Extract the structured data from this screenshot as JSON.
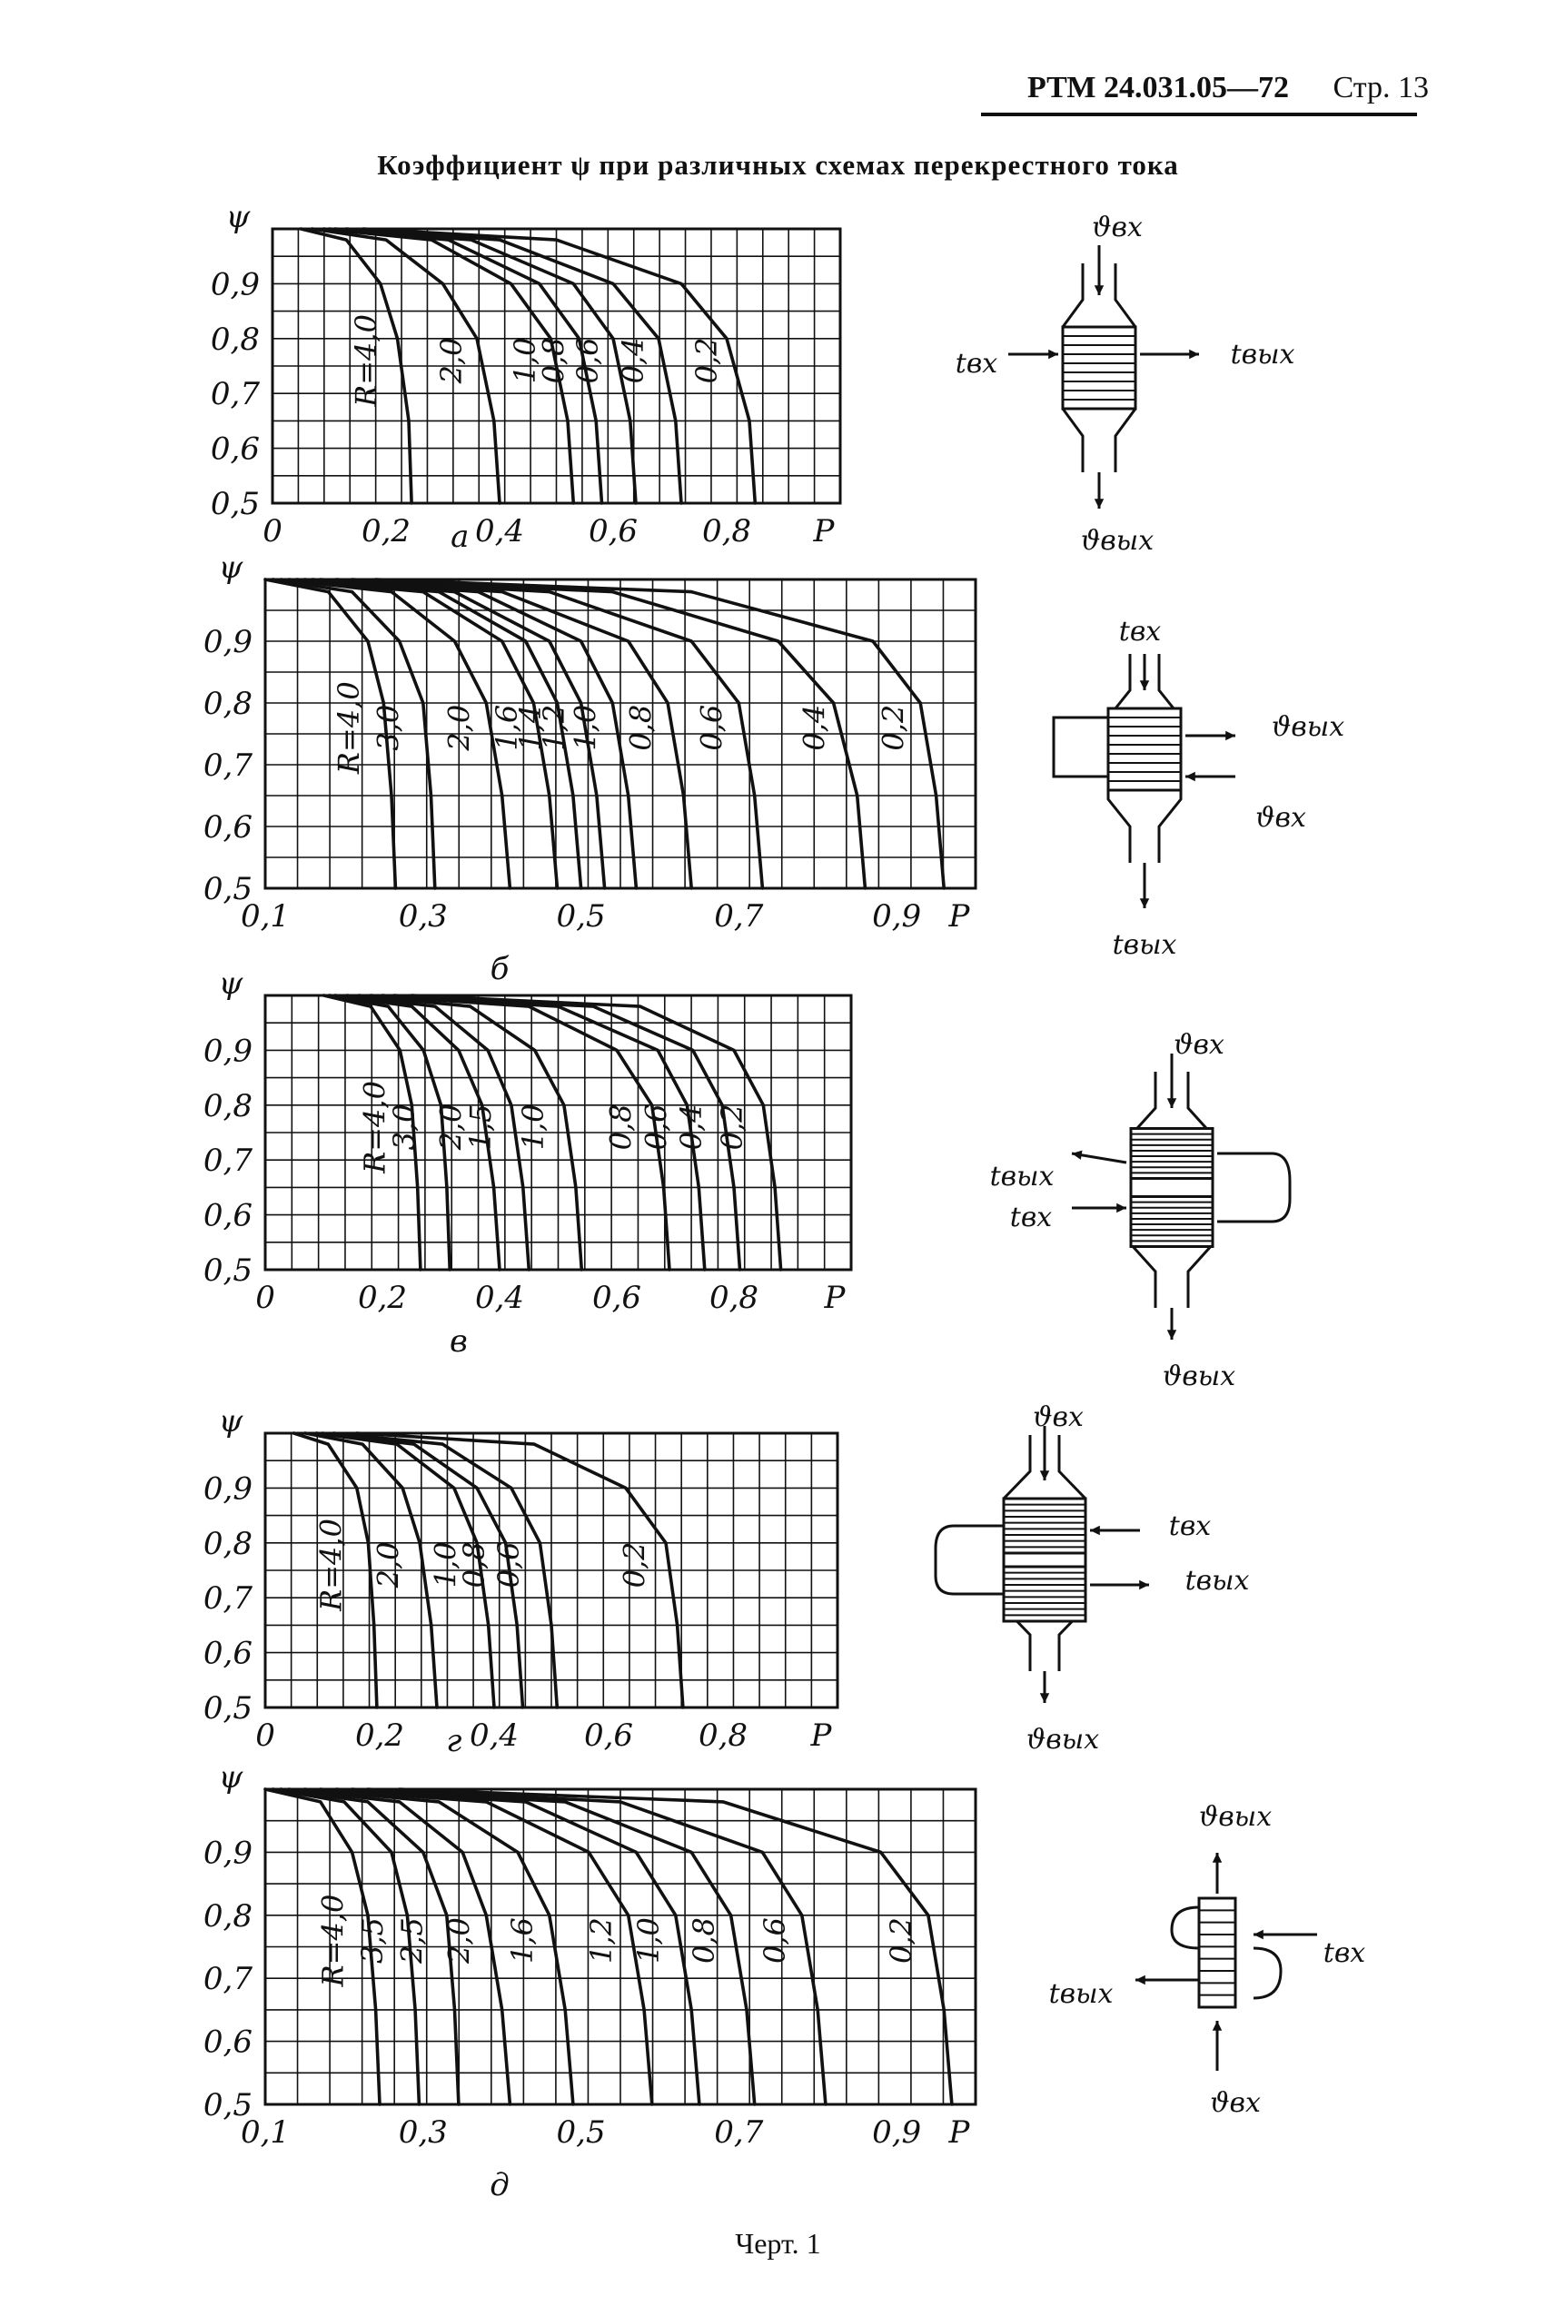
{
  "header": {
    "doc_code": "РТМ 24.031.05—72",
    "page": "Стр. 13"
  },
  "title": "Коэффициент ψ при различных схемах перекрестного тока",
  "caption": "Черт. 1",
  "chart_data": [
    {
      "type": "line",
      "panel": "а",
      "xlabel": "P",
      "ylabel": "ψ",
      "xlim": [
        0,
        1.0
      ],
      "ylim": [
        0.5,
        1.0
      ],
      "x_ticks": [
        "0",
        "0,2",
        "0,4",
        "0,6",
        "0,8"
      ],
      "y_ticks": [
        "0,5",
        "0,6",
        "0,7",
        "0,8",
        "0,9"
      ],
      "grid": true,
      "series": [
        {
          "name": "R=4,0",
          "label": "R=4,0",
          "x": [
            0.05,
            0.13,
            0.19,
            0.22,
            0.24,
            0.245
          ],
          "y": [
            1.0,
            0.98,
            0.9,
            0.8,
            0.65,
            0.5
          ]
        },
        {
          "name": "2,0",
          "label": "2,0",
          "x": [
            0.07,
            0.2,
            0.3,
            0.36,
            0.39,
            0.4
          ],
          "y": [
            1.0,
            0.98,
            0.9,
            0.8,
            0.65,
            0.5
          ]
        },
        {
          "name": "1,0",
          "label": "1,0",
          "x": [
            0.09,
            0.28,
            0.42,
            0.49,
            0.52,
            0.53
          ],
          "y": [
            1.0,
            0.98,
            0.9,
            0.8,
            0.65,
            0.5
          ]
        },
        {
          "name": "0,8",
          "label": "0,8",
          "x": [
            0.1,
            0.31,
            0.47,
            0.54,
            0.57,
            0.58
          ],
          "y": [
            1.0,
            0.98,
            0.9,
            0.8,
            0.65,
            0.5
          ]
        },
        {
          "name": "0,6",
          "label": "0,6",
          "x": [
            0.11,
            0.35,
            0.53,
            0.6,
            0.63,
            0.64
          ],
          "y": [
            1.0,
            0.98,
            0.9,
            0.8,
            0.65,
            0.5
          ]
        },
        {
          "name": "0,4",
          "label": "0,4",
          "x": [
            0.13,
            0.4,
            0.6,
            0.68,
            0.71,
            0.72
          ],
          "y": [
            1.0,
            0.98,
            0.9,
            0.8,
            0.65,
            0.5
          ]
        },
        {
          "name": "0,2",
          "label": "0,2",
          "x": [
            0.16,
            0.5,
            0.72,
            0.8,
            0.84,
            0.85
          ],
          "y": [
            1.0,
            0.98,
            0.9,
            0.8,
            0.65,
            0.5
          ]
        }
      ]
    },
    {
      "type": "line",
      "panel": "б",
      "xlabel": "P",
      "ylabel": "ψ",
      "xlim": [
        0.1,
        1.0
      ],
      "ylim": [
        0.5,
        1.0
      ],
      "x_ticks": [
        "0,1",
        "0,3",
        "0,5",
        "0,7",
        "0,9"
      ],
      "y_ticks": [
        "0,5",
        "0,6",
        "0,7",
        "0,8",
        "0,9"
      ],
      "grid": true,
      "series": [
        {
          "name": "R=4,0",
          "label": "R=4,0",
          "x": [
            0.1,
            0.18,
            0.23,
            0.25,
            0.26,
            0.265
          ],
          "y": [
            1.0,
            0.98,
            0.9,
            0.8,
            0.65,
            0.5
          ]
        },
        {
          "name": "3,0",
          "label": "3,0",
          "x": [
            0.11,
            0.21,
            0.27,
            0.3,
            0.31,
            0.315
          ],
          "y": [
            1.0,
            0.98,
            0.9,
            0.8,
            0.65,
            0.5
          ]
        },
        {
          "name": "2,0",
          "label": "2,0",
          "x": [
            0.12,
            0.26,
            0.34,
            0.38,
            0.4,
            0.41
          ],
          "y": [
            1.0,
            0.98,
            0.9,
            0.8,
            0.65,
            0.5
          ]
        },
        {
          "name": "1,6",
          "label": "1,6",
          "x": [
            0.13,
            0.3,
            0.4,
            0.44,
            0.46,
            0.47
          ],
          "y": [
            1.0,
            0.98,
            0.9,
            0.8,
            0.65,
            0.5
          ]
        },
        {
          "name": "1,4",
          "label": "1,4",
          "x": [
            0.14,
            0.32,
            0.43,
            0.47,
            0.49,
            0.5
          ],
          "y": [
            1.0,
            0.98,
            0.9,
            0.8,
            0.65,
            0.5
          ]
        },
        {
          "name": "1,2",
          "label": "1,2",
          "x": [
            0.15,
            0.34,
            0.46,
            0.5,
            0.52,
            0.53
          ],
          "y": [
            1.0,
            0.98,
            0.9,
            0.8,
            0.65,
            0.5
          ]
        },
        {
          "name": "1,0",
          "label": "1,0",
          "x": [
            0.16,
            0.37,
            0.5,
            0.54,
            0.56,
            0.57
          ],
          "y": [
            1.0,
            0.98,
            0.9,
            0.8,
            0.65,
            0.5
          ]
        },
        {
          "name": "0,8",
          "label": "0,8",
          "x": [
            0.17,
            0.4,
            0.56,
            0.61,
            0.63,
            0.64
          ],
          "y": [
            1.0,
            0.98,
            0.9,
            0.8,
            0.65,
            0.5
          ]
        },
        {
          "name": "0,6",
          "label": "0,6",
          "x": [
            0.19,
            0.46,
            0.64,
            0.7,
            0.72,
            0.73
          ],
          "y": [
            1.0,
            0.98,
            0.9,
            0.8,
            0.65,
            0.5
          ]
        },
        {
          "name": "0,4",
          "label": "0,4",
          "x": [
            0.21,
            0.54,
            0.75,
            0.82,
            0.85,
            0.86
          ],
          "y": [
            1.0,
            0.98,
            0.9,
            0.8,
            0.65,
            0.5
          ]
        },
        {
          "name": "0,2",
          "label": "0,2",
          "x": [
            0.24,
            0.64,
            0.87,
            0.93,
            0.95,
            0.96
          ],
          "y": [
            1.0,
            0.98,
            0.9,
            0.8,
            0.65,
            0.5
          ]
        }
      ]
    },
    {
      "type": "line",
      "panel": "в",
      "xlabel": "P",
      "ylabel": "ψ",
      "xlim": [
        0,
        1.0
      ],
      "ylim": [
        0.5,
        1.0
      ],
      "x_ticks": [
        "0",
        "0,2",
        "0,4",
        "0,6",
        "0,8"
      ],
      "y_ticks": [
        "0,5",
        "0,6",
        "0,7",
        "0,8",
        "0,9"
      ],
      "grid": true,
      "series": [
        {
          "name": "R=4,0",
          "label": "R=4,0",
          "x": [
            0.1,
            0.18,
            0.23,
            0.25,
            0.26,
            0.265
          ],
          "y": [
            1.0,
            0.98,
            0.9,
            0.8,
            0.65,
            0.5
          ]
        },
        {
          "name": "3,0",
          "label": "3,0",
          "x": [
            0.11,
            0.21,
            0.27,
            0.3,
            0.31,
            0.315
          ],
          "y": [
            1.0,
            0.98,
            0.9,
            0.8,
            0.65,
            0.5
          ]
        },
        {
          "name": "2,0",
          "label": "2,0",
          "x": [
            0.12,
            0.25,
            0.33,
            0.37,
            0.39,
            0.4
          ],
          "y": [
            1.0,
            0.98,
            0.9,
            0.8,
            0.65,
            0.5
          ]
        },
        {
          "name": "1,5",
          "label": "1,5",
          "x": [
            0.14,
            0.29,
            0.38,
            0.42,
            0.44,
            0.45
          ],
          "y": [
            1.0,
            0.98,
            0.9,
            0.8,
            0.65,
            0.5
          ]
        },
        {
          "name": "1,0",
          "label": "1,0",
          "x": [
            0.16,
            0.35,
            0.46,
            0.51,
            0.53,
            0.54
          ],
          "y": [
            1.0,
            0.98,
            0.9,
            0.8,
            0.65,
            0.5
          ]
        },
        {
          "name": "0,8",
          "label": "0,8",
          "x": [
            0.18,
            0.45,
            0.6,
            0.66,
            0.68,
            0.69
          ],
          "y": [
            1.0,
            0.98,
            0.9,
            0.8,
            0.65,
            0.5
          ]
        },
        {
          "name": "0,6",
          "label": "0,6",
          "x": [
            0.2,
            0.5,
            0.67,
            0.72,
            0.74,
            0.75
          ],
          "y": [
            1.0,
            0.98,
            0.9,
            0.8,
            0.65,
            0.5
          ]
        },
        {
          "name": "0,4",
          "label": "0,4",
          "x": [
            0.22,
            0.56,
            0.73,
            0.78,
            0.8,
            0.81
          ],
          "y": [
            1.0,
            0.98,
            0.9,
            0.8,
            0.65,
            0.5
          ]
        },
        {
          "name": "0,2",
          "label": "0,2",
          "x": [
            0.25,
            0.64,
            0.8,
            0.85,
            0.87,
            0.88
          ],
          "y": [
            1.0,
            0.98,
            0.9,
            0.8,
            0.65,
            0.5
          ]
        }
      ]
    },
    {
      "type": "line",
      "panel": "г",
      "xlabel": "P",
      "ylabel": "ψ",
      "xlim": [
        0,
        1.0
      ],
      "ylim": [
        0.5,
        1.0
      ],
      "x_ticks": [
        "0",
        "0,2",
        "0,4",
        "0,6",
        "0,8"
      ],
      "y_ticks": [
        "0,5",
        "0,6",
        "0,7",
        "0,8",
        "0,9"
      ],
      "grid": true,
      "series": [
        {
          "name": "R=4,0",
          "label": "R=4,0",
          "x": [
            0.05,
            0.11,
            0.16,
            0.18,
            0.19,
            0.195
          ],
          "y": [
            1.0,
            0.98,
            0.9,
            0.8,
            0.65,
            0.5
          ]
        },
        {
          "name": "2,0",
          "label": "2,0",
          "x": [
            0.07,
            0.17,
            0.24,
            0.27,
            0.29,
            0.3
          ],
          "y": [
            1.0,
            0.98,
            0.9,
            0.8,
            0.65,
            0.5
          ]
        },
        {
          "name": "1,0",
          "label": "1,0",
          "x": [
            0.09,
            0.23,
            0.33,
            0.37,
            0.39,
            0.4
          ],
          "y": [
            1.0,
            0.98,
            0.9,
            0.8,
            0.65,
            0.5
          ]
        },
        {
          "name": "0,8",
          "label": "0,8",
          "x": [
            0.1,
            0.26,
            0.37,
            0.42,
            0.44,
            0.45
          ],
          "y": [
            1.0,
            0.98,
            0.9,
            0.8,
            0.65,
            0.5
          ]
        },
        {
          "name": "0,6",
          "label": "0,6",
          "x": [
            0.12,
            0.31,
            0.43,
            0.48,
            0.5,
            0.51
          ],
          "y": [
            1.0,
            0.98,
            0.9,
            0.8,
            0.65,
            0.5
          ]
        },
        {
          "name": "0,2",
          "label": "0,2",
          "x": [
            0.16,
            0.47,
            0.63,
            0.7,
            0.72,
            0.73
          ],
          "y": [
            1.0,
            0.98,
            0.9,
            0.8,
            0.65,
            0.5
          ]
        }
      ]
    },
    {
      "type": "line",
      "panel": "д",
      "xlabel": "P",
      "ylabel": "ψ",
      "xlim": [
        0.1,
        1.0
      ],
      "ylim": [
        0.5,
        1.0
      ],
      "x_ticks": [
        "0,1",
        "0,3",
        "0,5",
        "0,7",
        "0,9"
      ],
      "y_ticks": [
        "0,5",
        "0,6",
        "0,7",
        "0,8",
        "0,9"
      ],
      "grid": true,
      "series": [
        {
          "name": "R=4,0",
          "label": "R=4,0",
          "x": [
            0.1,
            0.17,
            0.21,
            0.23,
            0.24,
            0.245
          ],
          "y": [
            1.0,
            0.98,
            0.9,
            0.8,
            0.65,
            0.5
          ]
        },
        {
          "name": "3,5",
          "label": "3,5",
          "x": [
            0.11,
            0.2,
            0.26,
            0.28,
            0.29,
            0.295
          ],
          "y": [
            1.0,
            0.98,
            0.9,
            0.8,
            0.65,
            0.5
          ]
        },
        {
          "name": "2,5",
          "label": "2,5",
          "x": [
            0.12,
            0.23,
            0.3,
            0.33,
            0.34,
            0.345
          ],
          "y": [
            1.0,
            0.98,
            0.9,
            0.8,
            0.65,
            0.5
          ]
        },
        {
          "name": "2,0",
          "label": "2,0",
          "x": [
            0.13,
            0.27,
            0.35,
            0.38,
            0.4,
            0.41
          ],
          "y": [
            1.0,
            0.98,
            0.9,
            0.8,
            0.65,
            0.5
          ]
        },
        {
          "name": "1,6",
          "label": "1,6",
          "x": [
            0.15,
            0.32,
            0.42,
            0.46,
            0.48,
            0.49
          ],
          "y": [
            1.0,
            0.98,
            0.9,
            0.8,
            0.65,
            0.5
          ]
        },
        {
          "name": "1,2",
          "label": "1,2",
          "x": [
            0.17,
            0.38,
            0.51,
            0.56,
            0.58,
            0.59
          ],
          "y": [
            1.0,
            0.98,
            0.9,
            0.8,
            0.65,
            0.5
          ]
        },
        {
          "name": "1,0",
          "label": "1,0",
          "x": [
            0.19,
            0.43,
            0.57,
            0.62,
            0.64,
            0.65
          ],
          "y": [
            1.0,
            0.98,
            0.9,
            0.8,
            0.65,
            0.5
          ]
        },
        {
          "name": "0,8",
          "label": "0,8",
          "x": [
            0.21,
            0.48,
            0.64,
            0.69,
            0.71,
            0.72
          ],
          "y": [
            1.0,
            0.98,
            0.9,
            0.8,
            0.65,
            0.5
          ]
        },
        {
          "name": "0,6",
          "label": "0,6",
          "x": [
            0.23,
            0.55,
            0.73,
            0.78,
            0.8,
            0.81
          ],
          "y": [
            1.0,
            0.98,
            0.9,
            0.8,
            0.65,
            0.5
          ]
        },
        {
          "name": "0,2",
          "label": "0,2",
          "x": [
            0.27,
            0.68,
            0.88,
            0.94,
            0.96,
            0.97
          ],
          "y": [
            1.0,
            0.98,
            0.9,
            0.8,
            0.65,
            0.5
          ]
        }
      ]
    }
  ],
  "diagrams": [
    {
      "top": "ϑвх",
      "bottom": "ϑвых",
      "left": "tвх",
      "right": "tвых"
    },
    {
      "top": "tвх",
      "bottom": "tвых",
      "right_top": "ϑвых",
      "right_bottom": "ϑвх"
    },
    {
      "top": "ϑвх",
      "bottom": "ϑвых",
      "left_top": "tвых",
      "left_bottom": "tвх"
    },
    {
      "top": "ϑвх",
      "bottom": "ϑвых",
      "right_top": "tвх",
      "right_bottom": "tвых"
    },
    {
      "top": "ϑвых",
      "bottom": "ϑвх",
      "right": "tвх",
      "left": "tвых"
    }
  ],
  "colors": {
    "ink": "#111111",
    "paper": "#ffffff"
  }
}
